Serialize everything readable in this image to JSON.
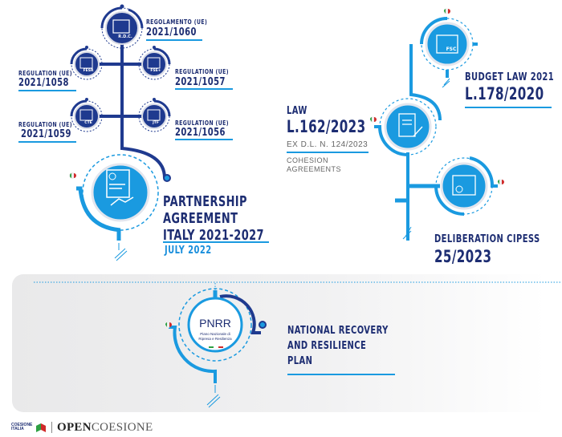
{
  "partnership": {
    "main_regulation": {
      "label": "REGOLAMENTO (UE)",
      "number": "2021/1060",
      "icon_tag": "R.D.C."
    },
    "regulations": [
      {
        "label": "REGULATION (UE)",
        "number": "2021/1058",
        "icon_tag": "FESR"
      },
      {
        "label": "REGULATION (UE)",
        "number": "2021/1057",
        "icon_tag": "FSE+"
      },
      {
        "label": "REGULATION (UE)",
        "number": "2021/1059",
        "icon_tag": "CTE"
      },
      {
        "label": "REGULATION (UE)",
        "number": "2021/1056",
        "icon_tag": "JTF"
      }
    ],
    "title_lines": [
      "PARTNERSHIP",
      "AGREEMENT",
      "ITALY 2021-2027"
    ],
    "date": "JULY 2022"
  },
  "budget_law": {
    "title": "BUDGET LAW 2021",
    "number": "L.178/2020",
    "icon_tag": "FSC"
  },
  "law": {
    "title": "LAW",
    "number": "L.162/2023",
    "subtitle": "EX D.L. N. 124/2023",
    "note_lines": [
      "COHESION",
      "AGREEMENTS"
    ]
  },
  "deliberation": {
    "title": "DELIBERATION CIPESS",
    "number": "25/2023"
  },
  "pnrr": {
    "badge_title": "PNRR",
    "badge_sub_lines": [
      "Piano Nazionale di",
      "Ripresa e Resilienza"
    ],
    "title_lines": [
      "NATIONAL RECOVERY",
      "AND RESILIENCE",
      "PLAN"
    ]
  },
  "footer": {
    "logo_small": "COESIONE ITALIA",
    "logo_open": "OPEN",
    "logo_coesione": "COESIONE"
  },
  "colors": {
    "dark_blue": "#1f3a8f",
    "light_blue": "#1a9ae0",
    "text_navy": "#1d2d72"
  }
}
